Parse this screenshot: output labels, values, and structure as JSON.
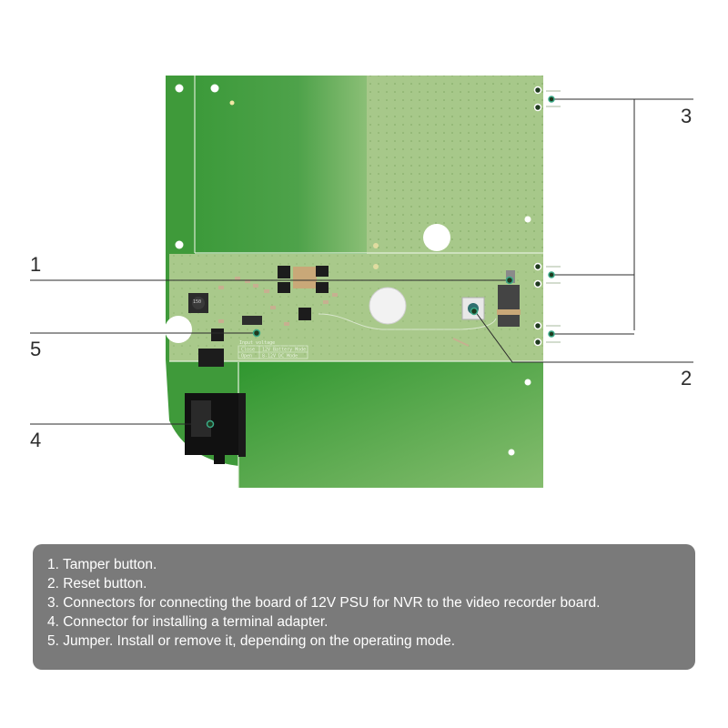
{
  "callouts": {
    "c1": "1",
    "c2": "2",
    "c3": "3",
    "c4": "4",
    "c5": "5"
  },
  "board_text": {
    "inductor_code": "150",
    "jumper_table_title": "Input voltage",
    "row1_state": "Close",
    "row1_mode": "12V Battery Mode",
    "row2_state": "Open",
    "row2_mode": "8-12V DC Mode"
  },
  "legend": {
    "items": [
      "1. Tamper button.",
      "2. Reset button.",
      "3. Connectors for connecting the board of 12V PSU for NVR to the video recorder board.",
      "4. Connector for installing a terminal adapter.",
      "5. Jumper. Install or remove it, depending on the operating mode."
    ]
  },
  "colors": {
    "pcb_green": "#3f9a3a",
    "pcb_light": "#a9c98b",
    "legend_bg": "#7a7a7a",
    "callout_accent": "#3aaa88"
  }
}
